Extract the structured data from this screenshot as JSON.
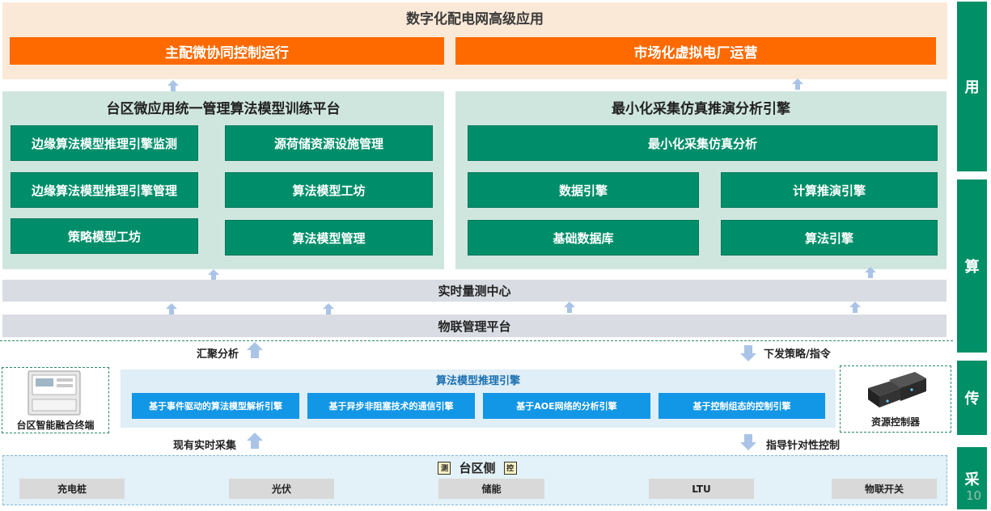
{
  "side_labels": [
    "用",
    "算",
    "传",
    "采"
  ],
  "app_layer": {
    "title": "数字化配电网高级应用",
    "bars": [
      "主配微协同控制运行",
      "市场化虚拟电厂运营"
    ]
  },
  "left_panel": {
    "title": "台区微应用统一管理算法模型训练平台",
    "boxes": [
      "边缘算法模型推理引擎监测",
      "源荷储资源设施管理",
      "边缘算法模型推理引擎管理",
      "算法模型工坊",
      "策略模型工坊",
      "算法模型管理"
    ]
  },
  "right_panel": {
    "title": "最小化采集仿真推演分析引擎",
    "top_box": "最小化采集仿真分析",
    "boxes": [
      "数据引擎",
      "计算推演引擎",
      "基础数据库",
      "算法引擎"
    ]
  },
  "realtime_center": "实时量测中心",
  "iot_platform": "物联管理平台",
  "labels": {
    "aggregate": "汇聚分析",
    "dispatch": "下发策略/指令",
    "existing_collect": "现有实时采集",
    "guide_control": "指导针对性控制"
  },
  "transport": {
    "terminal_label": "台区智能融合终端",
    "engine_title": "算法模型推理引擎",
    "engines": [
      "基于事件驱动的算法模型解析引擎",
      "基于异步非阻塞技术的通信引擎",
      "基于AOE网络的分析引擎",
      "基于控制组态的控制引擎"
    ],
    "controller_label": "资源控制器"
  },
  "collect": {
    "title": "台区侧",
    "tag_left": "测",
    "tag_right": "控",
    "items": [
      "充电桩",
      "光伏",
      "储能",
      "LTU",
      "物联开关"
    ]
  },
  "page_number": "10",
  "colors": {
    "green": "#008e6a",
    "orange": "#ff6a00",
    "blue": "#1296e6",
    "panel": "#cfe6de",
    "app_bg": "#fbe9d8"
  }
}
